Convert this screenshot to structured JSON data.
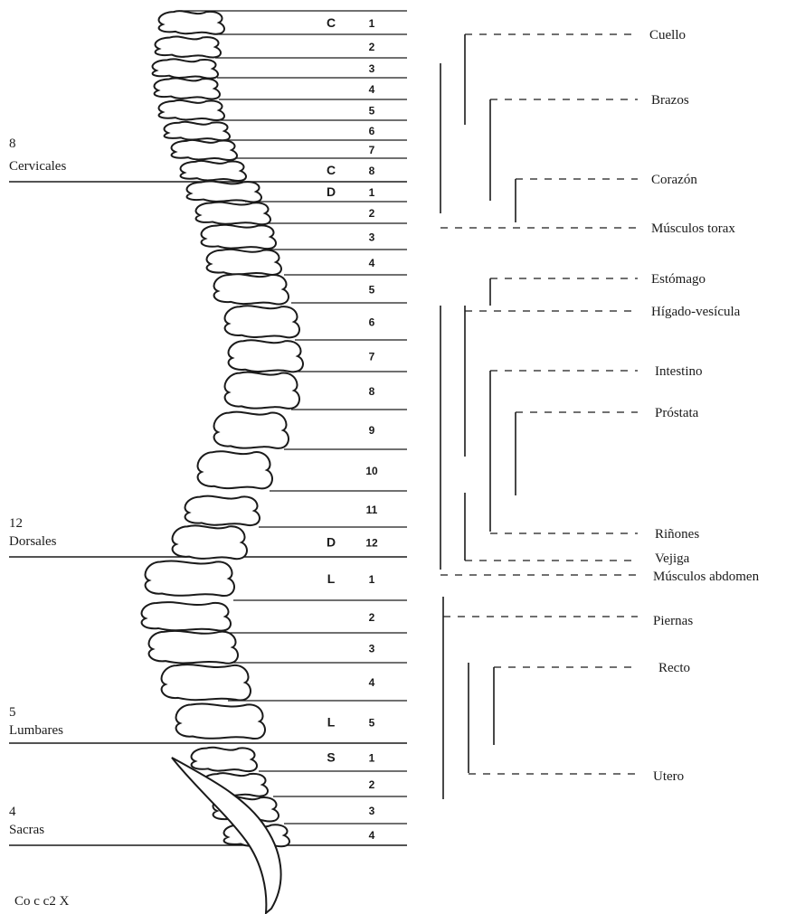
{
  "regions": [
    {
      "count": "8",
      "name": "Cervicales"
    },
    {
      "count": "12",
      "name": "Dorsales"
    },
    {
      "count": "5",
      "name": "Lumbares"
    },
    {
      "count": "4",
      "name": "Sacras"
    }
  ],
  "coccyx_label": "Co c c2 X",
  "segments": [
    {
      "letter": "C",
      "num": "1"
    },
    {
      "letter": "",
      "num": "2"
    },
    {
      "letter": "",
      "num": "3"
    },
    {
      "letter": "",
      "num": "4"
    },
    {
      "letter": "",
      "num": "5"
    },
    {
      "letter": "",
      "num": "6"
    },
    {
      "letter": "",
      "num": "7"
    },
    {
      "letter": "C",
      "num": "8"
    },
    {
      "letter": "D",
      "num": "1"
    },
    {
      "letter": "",
      "num": "2"
    },
    {
      "letter": "",
      "num": "3"
    },
    {
      "letter": "",
      "num": "4"
    },
    {
      "letter": "",
      "num": "5"
    },
    {
      "letter": "",
      "num": "6"
    },
    {
      "letter": "",
      "num": "7"
    },
    {
      "letter": "",
      "num": "8"
    },
    {
      "letter": "",
      "num": "9"
    },
    {
      "letter": "",
      "num": "10"
    },
    {
      "letter": "",
      "num": "11"
    },
    {
      "letter": "D",
      "num": "12"
    },
    {
      "letter": "L",
      "num": "1"
    },
    {
      "letter": "",
      "num": "2"
    },
    {
      "letter": "",
      "num": "3"
    },
    {
      "letter": "",
      "num": "4"
    },
    {
      "letter": "L",
      "num": "5"
    },
    {
      "letter": "S",
      "num": "1"
    },
    {
      "letter": "",
      "num": "2"
    },
    {
      "letter": "",
      "num": "3"
    },
    {
      "letter": "",
      "num": "4"
    }
  ],
  "organs": [
    "Cuello",
    "Brazos",
    "Corazón",
    "Músculos torax",
    "Estómago",
    "Hígado-vesícula",
    "Intestino",
    "Próstata",
    "Riñones",
    "Vejiga",
    "Músculos abdomen",
    "Piernas",
    "Recto",
    "Utero"
  ]
}
